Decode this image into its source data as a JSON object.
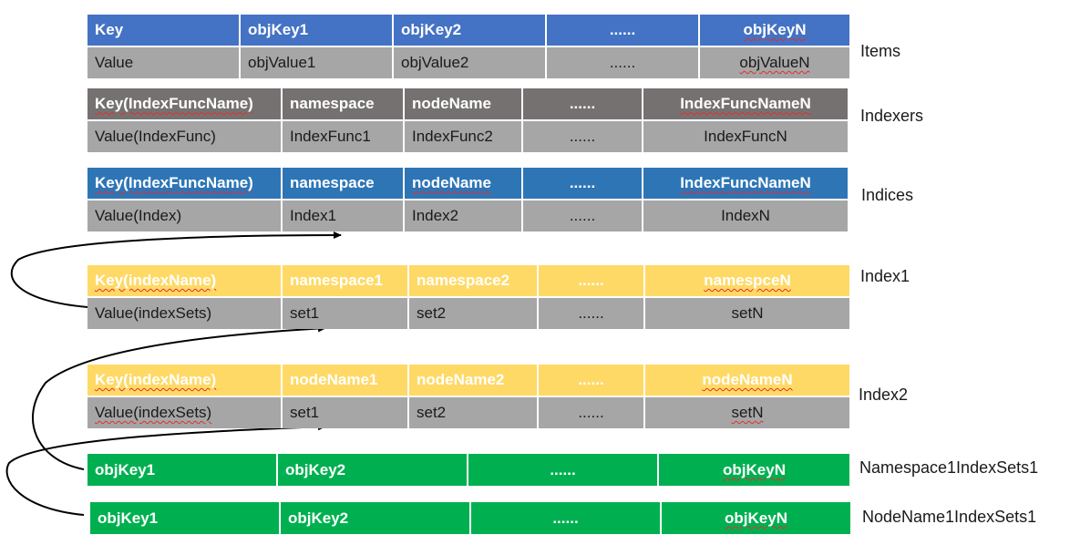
{
  "colors": {
    "blue_header": "#4472C4",
    "dark_gray_header": "#767171",
    "steel_blue_header": "#2E75B6",
    "yellow_header": "#FFD966",
    "gray_row": "#A6A6A6",
    "green_row": "#00B050",
    "arrow": "#000000"
  },
  "tables": [
    {
      "label": "Items",
      "header": [
        "Key",
        "objKey1",
        "objKey2",
        "......",
        "objKeyN"
      ],
      "values": [
        "Value",
        "objValue1",
        "objValue2",
        "......",
        "objValueN"
      ]
    },
    {
      "label": "Indexers",
      "header": [
        "Key(IndexFuncName)",
        "namespace",
        "nodeName",
        "......",
        "IndexFuncNameN"
      ],
      "values": [
        "Value(IndexFunc)",
        "IndexFunc1",
        "IndexFunc2",
        "......",
        "IndexFuncN"
      ]
    },
    {
      "label": "Indices",
      "header": [
        "Key(IndexFuncName)",
        "namespace",
        "nodeName",
        "......",
        "IndexFuncNameN"
      ],
      "values": [
        "Value(Index)",
        "Index1",
        "Index2",
        "......",
        "IndexN"
      ]
    },
    {
      "label": "Index1",
      "header": [
        "Key(indexName)",
        "namespace1",
        "namespace2",
        "......",
        "namespceN"
      ],
      "values": [
        "Value(indexSets)",
        "set1",
        "set2",
        "......",
        "setN"
      ]
    },
    {
      "label": "Index2",
      "header": [
        "Key(indexName)",
        "nodeName1",
        "nodeName2",
        "......",
        "nodeNameN"
      ],
      "values": [
        "Value(indexSets)",
        "set1",
        "set2",
        "......",
        "setN"
      ]
    },
    {
      "label": "Namespace1IndexSets1",
      "cells": [
        "objKey1",
        "objKey2",
        "......",
        "objKeyN"
      ]
    },
    {
      "label": "NodeName1IndexSets1",
      "cells": [
        "objKey1",
        "objKey2",
        "......",
        "objKeyN"
      ]
    }
  ]
}
